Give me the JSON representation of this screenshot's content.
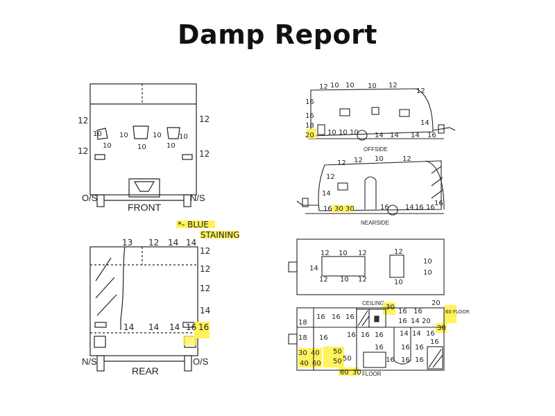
{
  "title": "Damp Report",
  "front_view": {
    "label": "FRONT",
    "left_label": "O/S",
    "right_label": "N/S",
    "readings": {
      "l1": "12",
      "l2": "12",
      "r1": "12",
      "r2": "12",
      "w1": "10",
      "w1b": "10",
      "w2": "10",
      "w2b": "10",
      "w3": "10",
      "w3b": "10",
      "w4": "10"
    }
  },
  "rear_view": {
    "label": "REAR",
    "left_label": "N/S",
    "right_label": "O/S",
    "readings": {
      "t1": "13",
      "t2": "12",
      "t3": "14",
      "t4": "14",
      "r1": "12",
      "r2": "12",
      "r3": "12",
      "r4": "14",
      "b1": "14",
      "b2": "14",
      "b3": "14",
      "b4": "16",
      "b5": "16"
    }
  },
  "legend_note": {
    "line1": "*- BLUE",
    "line2": "STAINING"
  },
  "offside_view": {
    "label": "OFFSIDE",
    "readings": {
      "a": "12",
      "b": "10",
      "c": "10",
      "d": "10",
      "e": "12",
      "f": "12",
      "g": "14",
      "h": "16",
      "i": "16",
      "j": "18",
      "k": "20",
      "l": "10",
      "m": "10",
      "n": "10",
      "o": "14",
      "p": "14",
      "q": "14",
      "r": "16"
    }
  },
  "nearside_view": {
    "label": "NEARSIDE",
    "readings": {
      "a": "12",
      "b": "12",
      "c": "10",
      "d": "12",
      "e": "12",
      "f": "14",
      "g": "16",
      "h": "30",
      "i": "30",
      "j": "16",
      "k": "14",
      "l": "16",
      "m": "16",
      "n": "16"
    }
  },
  "ceiling_view": {
    "label": "CEILING",
    "readings": {
      "a": "12",
      "b": "10",
      "c": "12",
      "d": "14",
      "e": "12",
      "f": "10",
      "g": "12",
      "h": "12",
      "i": "10",
      "j": "10",
      "k": "10"
    }
  },
  "floor_view": {
    "label": "FLOOR",
    "readings": {
      "a": "18",
      "b": "16",
      "c": "16",
      "d": "16",
      "e": "30",
      "f": "16",
      "g": "16",
      "h": "20",
      "i": "16",
      "j": "14",
      "k": "18",
      "l": "16",
      "m": "16",
      "n": "16",
      "o": "16",
      "p": "14",
      "q": "14",
      "r": "16",
      "s": "16",
      "t": "16",
      "u": "16",
      "v": "16",
      "w": "50",
      "x": "40",
      "y": "30",
      "z": "40",
      "aa": "60",
      "ab": "50",
      "ac": "50",
      "ad": "60",
      "ae": "30",
      "af": "16",
      "ag": "16",
      "ah": "16",
      "ai": "20",
      "aj": "30",
      "ak": "60 FLOOR"
    }
  },
  "colors": {
    "highlight": "#fff25a",
    "ink": "#222222"
  }
}
